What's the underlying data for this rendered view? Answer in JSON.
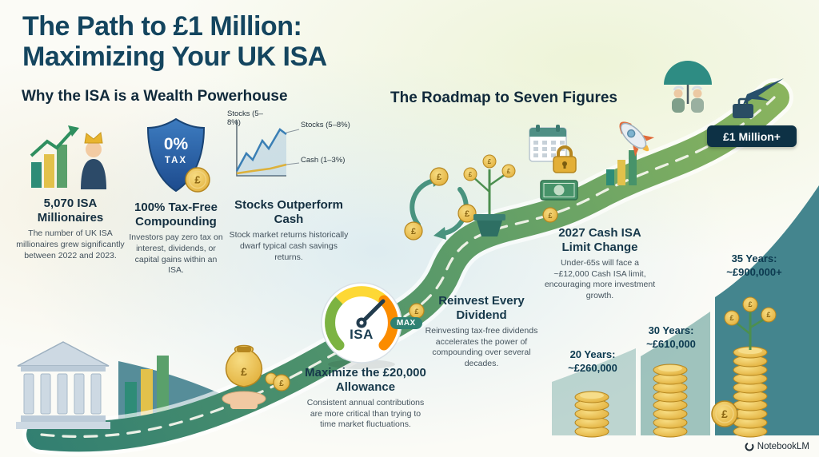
{
  "title": {
    "line1": "The Path to £1 Million:",
    "line2": "Maximizing Your UK ISA"
  },
  "icons": {
    "coin_symbol": "£"
  },
  "colors": {
    "accent_teal": "#2e7f77",
    "gold": "#e3b23c",
    "navy": "#14455f",
    "badge_navy": "#0d3145"
  },
  "left_section": {
    "header": "Why the ISA is a Wealth Powerhouse",
    "cards": [
      {
        "title": "5,070 ISA Millionaires",
        "body": "The number of UK ISA millionaires grew significantly between 2022 and 2023."
      },
      {
        "title": "100% Tax-Free Compounding",
        "body": "Investors pay zero tax on interest, dividends, or capital gains within an ISA.",
        "shield_percent": "0%",
        "shield_tax": "TAX"
      },
      {
        "title": "Stocks Outperform Cash",
        "body": "Stock market returns historically dwarf typical cash savings returns.",
        "chart": {
          "label_top": "Stocks (5–8%)",
          "label_stocks": "Stocks (5–8%)",
          "label_cash": "Cash (1–3%)"
        }
      }
    ]
  },
  "roadmap": {
    "header": "The Roadmap to Seven Figures",
    "gauge": {
      "label": "ISA",
      "max": "MAX"
    },
    "goal_badge": "£1 Million+",
    "milestones": [
      {
        "title": "Maximize the £20,000 Allowance",
        "body": "Consistent annual contributions are more critical than trying to time market fluctuations."
      },
      {
        "title": "Reinvest Every Dividend",
        "body": "Reinvesting tax-free dividends accelerates the power of compounding over several decades."
      },
      {
        "title": "2027 Cash ISA Limit Change",
        "body": "Under-65s will face a ~£12,000 Cash ISA limit, encouraging more investment growth."
      }
    ],
    "projections": [
      {
        "label": "20 Years:",
        "value": "~£260,000"
      },
      {
        "label": "30 Years:",
        "value": "~£610,000"
      },
      {
        "label": "35 Years:",
        "value": "~£900,000+"
      }
    ]
  },
  "watermark": "NotebookLM"
}
